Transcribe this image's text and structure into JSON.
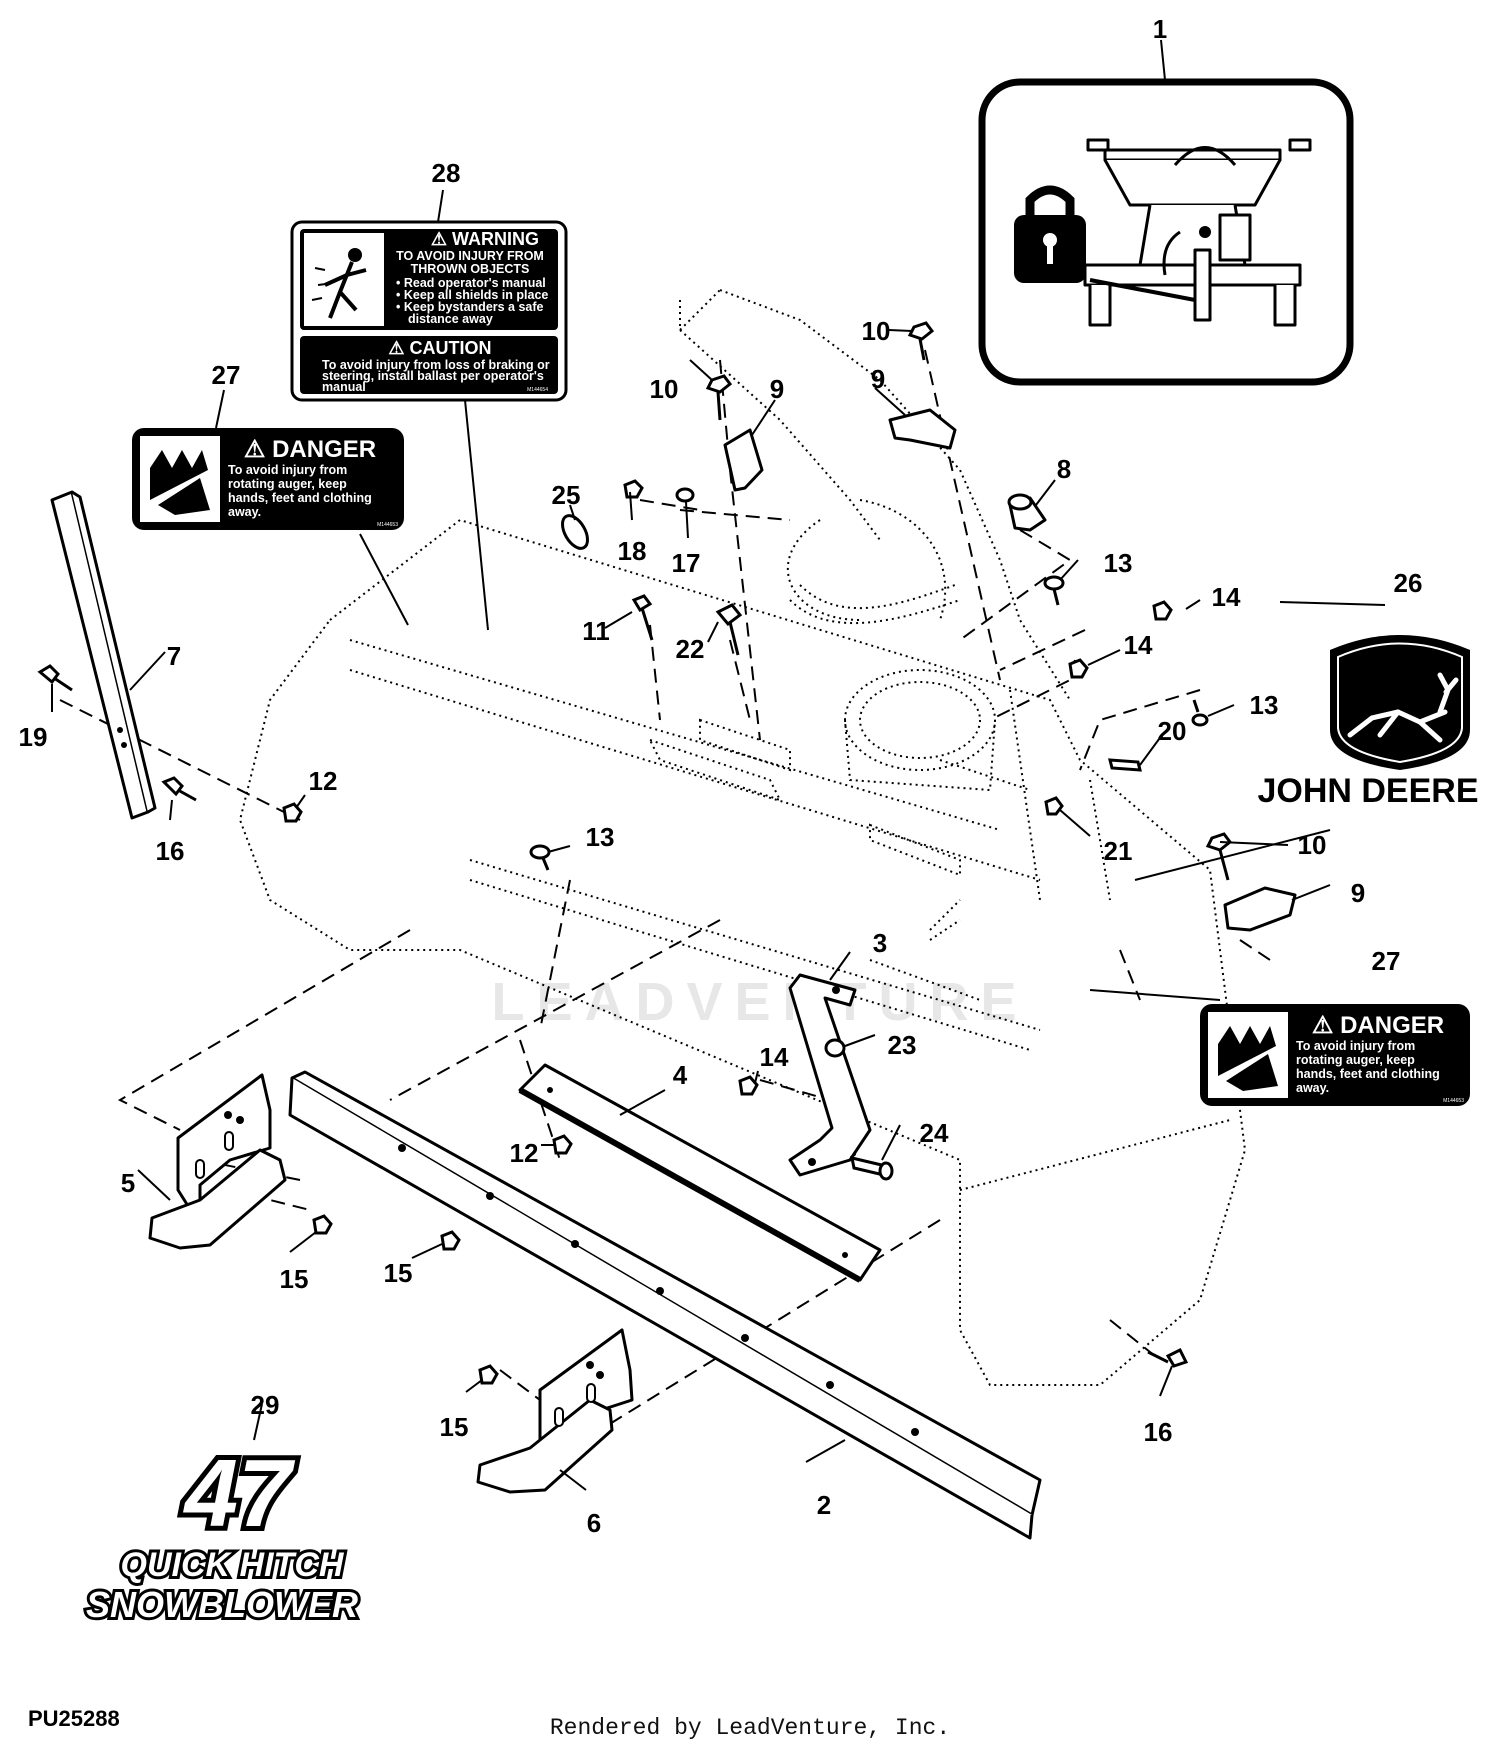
{
  "callouts": [
    {
      "id": "c1",
      "label": "1"
    },
    {
      "id": "c28",
      "label": "28"
    },
    {
      "id": "c27a",
      "label": "27"
    },
    {
      "id": "c10a",
      "label": "10"
    },
    {
      "id": "c10b",
      "label": "10"
    },
    {
      "id": "c9a",
      "label": "9"
    },
    {
      "id": "c9b",
      "label": "9"
    },
    {
      "id": "c8",
      "label": "8"
    },
    {
      "id": "c25",
      "label": "25"
    },
    {
      "id": "c18",
      "label": "18"
    },
    {
      "id": "c17",
      "label": "17"
    },
    {
      "id": "c11",
      "label": "11"
    },
    {
      "id": "c22",
      "label": "22"
    },
    {
      "id": "c13a",
      "label": "13"
    },
    {
      "id": "c14a",
      "label": "14"
    },
    {
      "id": "c14b",
      "label": "14"
    },
    {
      "id": "c26",
      "label": "26"
    },
    {
      "id": "c13b",
      "label": "13"
    },
    {
      "id": "c7",
      "label": "7"
    },
    {
      "id": "c19",
      "label": "19"
    },
    {
      "id": "c12a",
      "label": "12"
    },
    {
      "id": "c16a",
      "label": "16"
    },
    {
      "id": "c20",
      "label": "20"
    },
    {
      "id": "c21",
      "label": "21"
    },
    {
      "id": "c10c",
      "label": "10"
    },
    {
      "id": "c9c",
      "label": "9"
    },
    {
      "id": "c13c",
      "label": "13"
    },
    {
      "id": "c3",
      "label": "3"
    },
    {
      "id": "c27b",
      "label": "27"
    },
    {
      "id": "c23",
      "label": "23"
    },
    {
      "id": "c14c",
      "label": "14"
    },
    {
      "id": "c4",
      "label": "4"
    },
    {
      "id": "c24",
      "label": "24"
    },
    {
      "id": "c12b",
      "label": "12"
    },
    {
      "id": "c5",
      "label": "5"
    },
    {
      "id": "c15a",
      "label": "15"
    },
    {
      "id": "c15b",
      "label": "15"
    },
    {
      "id": "c15c",
      "label": "15"
    },
    {
      "id": "c16b",
      "label": "16"
    },
    {
      "id": "c29",
      "label": "29"
    },
    {
      "id": "c6",
      "label": "6"
    },
    {
      "id": "c2",
      "label": "2"
    }
  ],
  "warning_decal": {
    "header": "WARNING",
    "lines": [
      "TO AVOID INJURY FROM",
      "THROWN OBJECTS",
      "• Read operator's manual",
      "• Keep all shields in place",
      "• Keep bystanders a safe",
      "distance away"
    ],
    "caution_header": "CAUTION",
    "caution_lines": [
      "To avoid injury from loss of braking or",
      "steering, install ballast per operator's",
      "manual"
    ],
    "code": "M144654"
  },
  "danger_decal": {
    "header": "DANGER",
    "lines": [
      "To avoid injury from",
      "rotating auger, keep",
      "hands, feet and clothing",
      "away."
    ],
    "code": "M144653"
  },
  "brand": {
    "name": "JOHN DEERE"
  },
  "model_decal": {
    "number": "47",
    "line1": "QUICK HITCH",
    "line2": "SNOWBLOWER"
  },
  "diagram_id": "PU25288",
  "footer": "Rendered by LeadVenture, Inc.",
  "watermark": "LEADVENTURE"
}
